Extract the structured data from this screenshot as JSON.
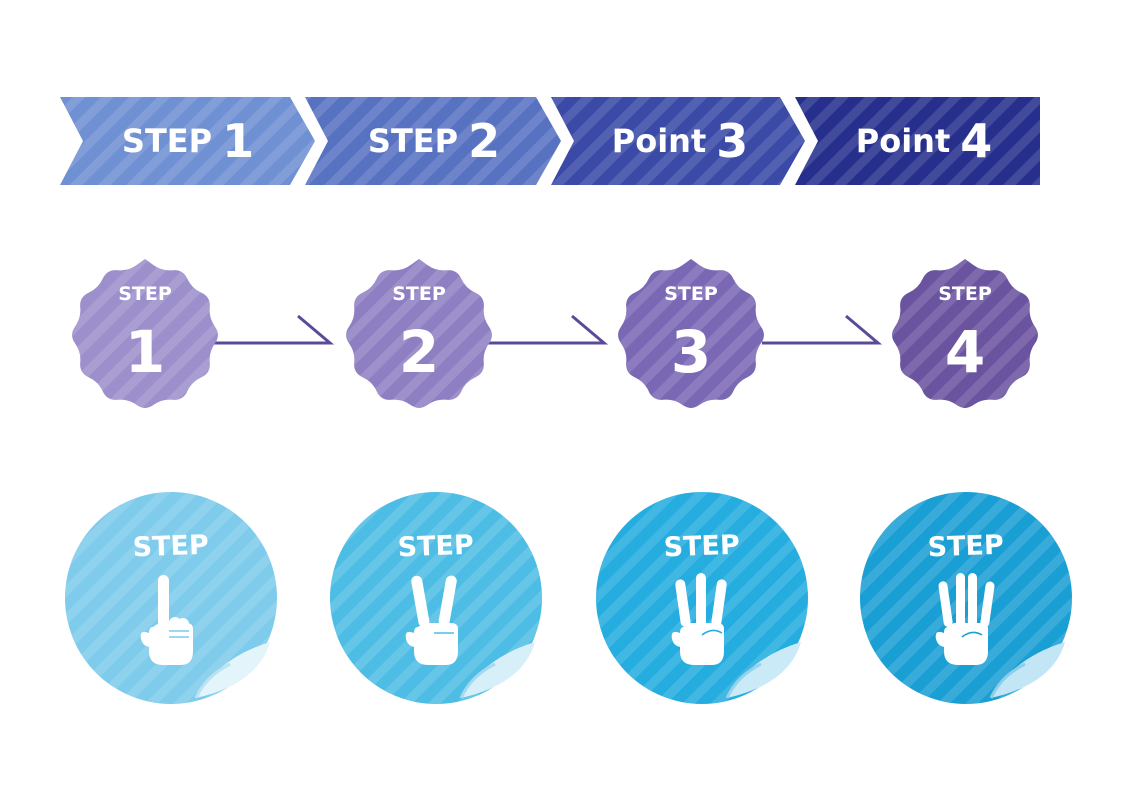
{
  "arrow_steps": [
    {
      "prefix": "STEP",
      "number": "1",
      "color": "#6f90d2"
    },
    {
      "prefix": "STEP",
      "number": "2",
      "color": "#5872c2"
    },
    {
      "prefix": "Point",
      "number": "3",
      "color": "#3a4aa6"
    },
    {
      "prefix": "Point",
      "number": "4",
      "color": "#262f8c"
    }
  ],
  "badge_steps": [
    {
      "label": "STEP",
      "number": "1",
      "color": "#9c8fcb"
    },
    {
      "label": "STEP",
      "number": "2",
      "color": "#8e7fc3"
    },
    {
      "label": "STEP",
      "number": "3",
      "color": "#7b68b5"
    },
    {
      "label": "STEP",
      "number": "4",
      "color": "#6a539f"
    }
  ],
  "connector_color": "#5b4a9a",
  "sticker_steps": [
    {
      "label": "STEP",
      "fingers": 1,
      "color": "#7ecbec"
    },
    {
      "label": "STEP",
      "fingers": 2,
      "color": "#4ebde5"
    },
    {
      "label": "STEP",
      "fingers": 3,
      "color": "#25addf"
    },
    {
      "label": "STEP",
      "fingers": 4,
      "color": "#1a9fd4"
    }
  ]
}
